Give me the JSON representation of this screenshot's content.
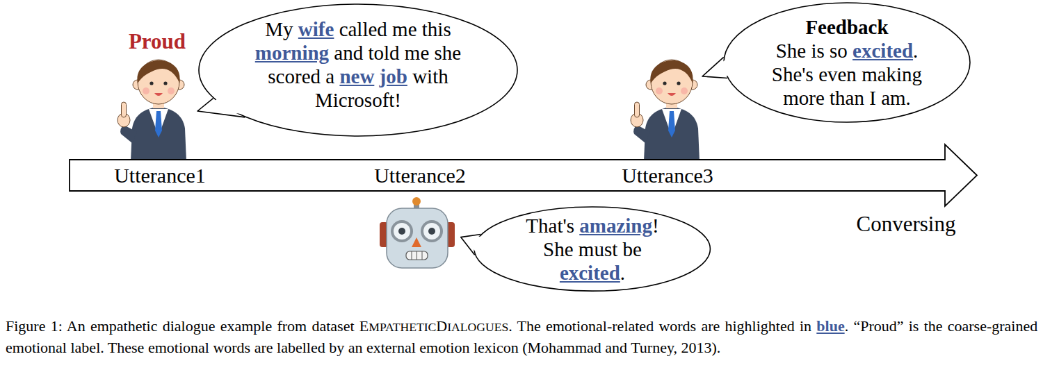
{
  "diagram": {
    "caption": "Figure 1: An empathetic dialogue example from dataset EMPATHETICDIALOGUES. The emotional-related words are highlighted in blue. “Proud” is the coarse-grained emotional label. These emotional words are labelled by an external emotion lexicon (Mohammad and Turney, 2013).",
    "nodes": [
      {
        "text": [
          "My wife called me this morning and told me she scored a new job with Microsoft!"
        ]
      },
      {
        "text": [
          "Feedback",
          "She is so excited. She's even making more than I am."
        ]
      },
      {
        "text": [
          "Utterance1",
          "Utterance2",
          "Utterance3"
        ]
      },
      {
        "text": [
          "That's amazing! She must be excited."
        ]
      }
    ],
    "labels": [
      "Proud",
      "Conversing"
    ]
  }
}
